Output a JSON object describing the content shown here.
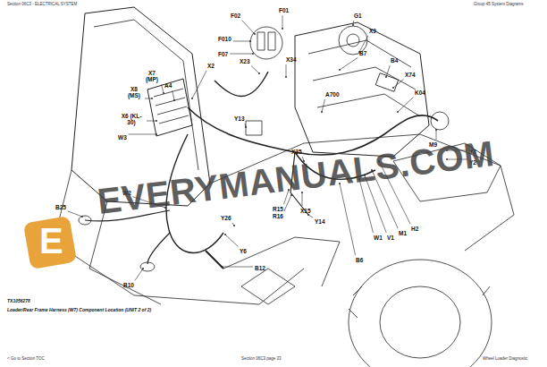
{
  "diagram": {
    "caption": "Loader/Rear Frame Harness (W7) Component Location (UNIT 2 of 2)",
    "labels": [
      "Section 06C3 - ELECTRICAL SYSTEM",
      "Group 45 System Diagrams",
      "F02",
      "F01",
      "F010",
      "F07",
      "G1",
      "X9",
      "B7",
      "X34",
      "X23",
      "B4",
      "X74",
      "K04",
      "X7 (MP)",
      "A4",
      "X8 (MS)",
      "X2",
      "X6 (KL-30)",
      "W3",
      "Y13",
      "A700",
      "M9",
      "Y3",
      "Y2",
      "X35",
      "W2",
      "B25",
      "Y26",
      "R15",
      "R16",
      "X15",
      "Y14",
      "Y6",
      "B12",
      "B10",
      "W1",
      "V1",
      "M1",
      "H2",
      "B6",
      "EVERYMANUALS.COM",
      "E",
      "TX1056278",
      "< Go to Section TOC",
      "Section 06C3 page 33",
      "Wheel Loader Diagnostic"
    ]
  }
}
